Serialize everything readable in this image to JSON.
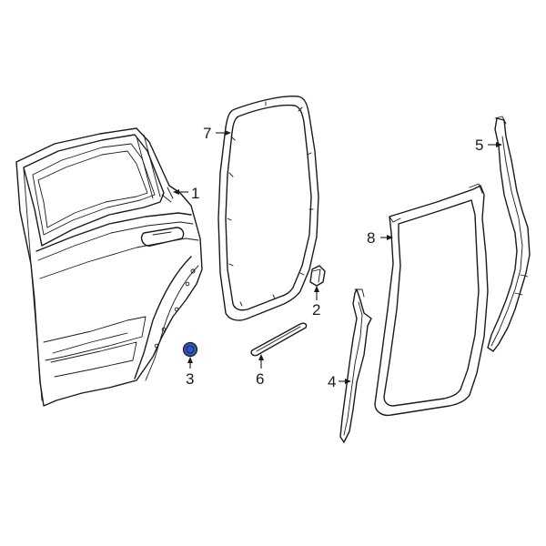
{
  "callouts": [
    "1",
    "2",
    "3",
    "4",
    "5",
    "6",
    "7",
    "8"
  ],
  "parts": [
    {
      "id": "1",
      "name": "door-shell"
    },
    {
      "id": "2",
      "name": "door-clip"
    },
    {
      "id": "3",
      "name": "plug-grommet"
    },
    {
      "id": "4",
      "name": "front-seal-strip"
    },
    {
      "id": "5",
      "name": "rear-seal-strip"
    },
    {
      "id": "6",
      "name": "belt-molding"
    },
    {
      "id": "7",
      "name": "body-weatherstrip"
    },
    {
      "id": "8",
      "name": "door-weatherstrip"
    }
  ],
  "colors": {
    "line": "#1a1a1a",
    "highlight_part": "#2f56c8",
    "background": "#ffffff"
  }
}
